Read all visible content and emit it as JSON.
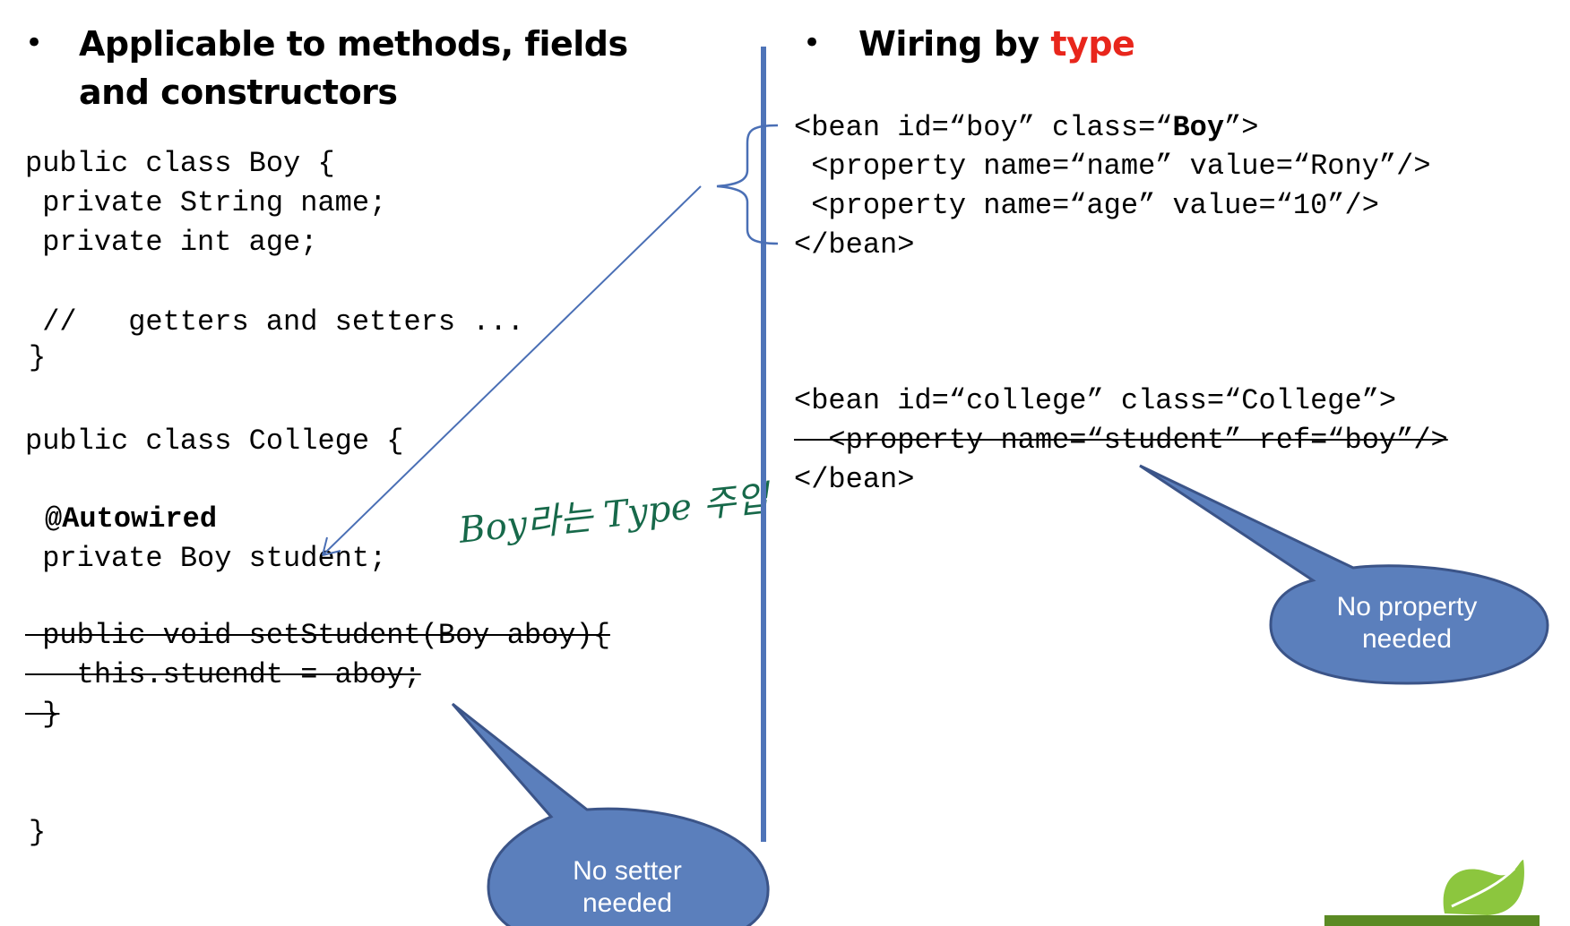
{
  "left": {
    "bullet": "•",
    "heading_line1": "Applicable to methods, fields",
    "heading_line2": "and constructors",
    "code": {
      "boy_class": "public class Boy {",
      "boy_name": " private String name;",
      "boy_age": " private int age;",
      "boy_comment": " //   getters and setters ...",
      "boy_close": "}",
      "college_class": "public class College {",
      "autowired": "@Autowired",
      "field": " private Boy student;",
      "setter_open": " public void setStudent(Boy aboy){",
      "setter_body": "   this.stuendt = aboy;",
      "setter_close": " }",
      "college_close": "}"
    },
    "annotation": "Boy라는 Type 주입",
    "callout": "No setter needed"
  },
  "right": {
    "bullet": "•",
    "heading_prefix": "Wiring by ",
    "heading_accent": "type",
    "xml": {
      "bean1_pre": "<bean id=“boy” class=“",
      "bean1_class": "Boy",
      "bean1_post": "”>",
      "prop_name": " <property name=“name” value=“Rony”/>",
      "prop_age": " <property name=“age” value=“10”/>",
      "bean1_close": "</bean>",
      "bean2_open": "<bean id=“college” class=“College”>",
      "prop_student": "  <property name=“student” ref=“boy”/>",
      "bean2_close": "</bean>"
    },
    "callout": "No property needed"
  },
  "colors": {
    "accent": "#e8261c",
    "divider": "#4f74b8",
    "callout_fill": "#5b7fbc",
    "callout_stroke": "#3b5488",
    "arrow": "#4a6fb5",
    "annotation": "#17694a",
    "logo_green": "#8cc63e"
  }
}
